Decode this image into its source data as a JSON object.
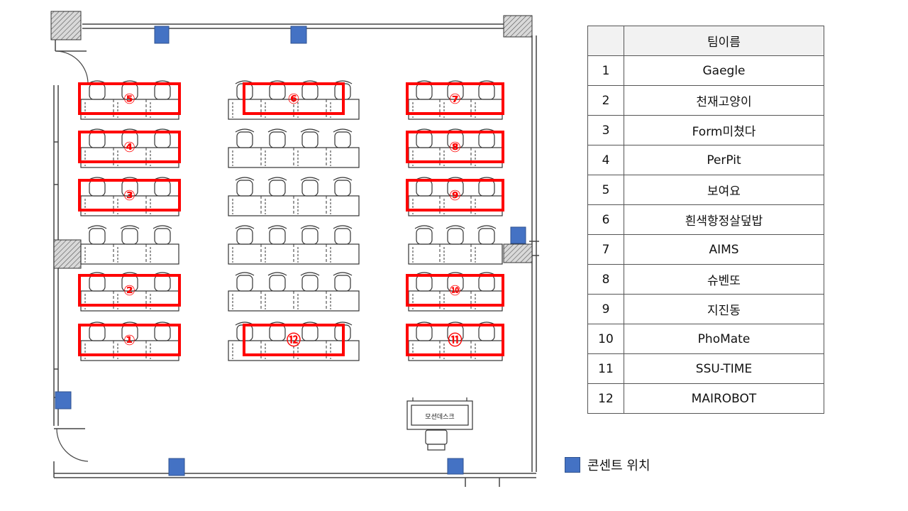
{
  "colors": {
    "team_frame": "#ff0000",
    "outlet": "#4472c4",
    "outlet_border": "#2f528f",
    "wall": "#444444"
  },
  "plan": {
    "desk_label": "모션데스크",
    "teams": [
      {
        "label": "⑤",
        "row": 0,
        "block": 0
      },
      {
        "label": "⑥",
        "row": 0,
        "block": 1
      },
      {
        "label": "⑦",
        "row": 0,
        "block": 2
      },
      {
        "label": "④",
        "row": 1,
        "block": 0
      },
      {
        "label": "⑧",
        "row": 1,
        "block": 2
      },
      {
        "label": "③",
        "row": 2,
        "block": 0
      },
      {
        "label": "⑨",
        "row": 2,
        "block": 2
      },
      {
        "label": "②",
        "row": 4,
        "block": 0
      },
      {
        "label": "⑩",
        "row": 4,
        "block": 2
      },
      {
        "label": "①",
        "row": 5,
        "block": 0
      },
      {
        "label": "⑫",
        "row": 5,
        "block": 1
      },
      {
        "label": "⑪",
        "row": 5,
        "block": 2
      }
    ]
  },
  "table": {
    "header": {
      "num": "",
      "name": "팀이름"
    },
    "rows": [
      {
        "num": "1",
        "name": "Gaegle"
      },
      {
        "num": "2",
        "name": "천재고양이"
      },
      {
        "num": "3",
        "name": "Form미쳤다"
      },
      {
        "num": "4",
        "name": "PerPit"
      },
      {
        "num": "5",
        "name": "보여요"
      },
      {
        "num": "6",
        "name": "흰색항정살덮밥"
      },
      {
        "num": "7",
        "name": "AIMS"
      },
      {
        "num": "8",
        "name": "슈벤또"
      },
      {
        "num": "9",
        "name": "지진동"
      },
      {
        "num": "10",
        "name": "PhoMate"
      },
      {
        "num": "11",
        "name": "SSU-TIME"
      },
      {
        "num": "12",
        "name": "MAIROBOT"
      }
    ]
  },
  "legend": {
    "label": "콘센트 위치"
  }
}
